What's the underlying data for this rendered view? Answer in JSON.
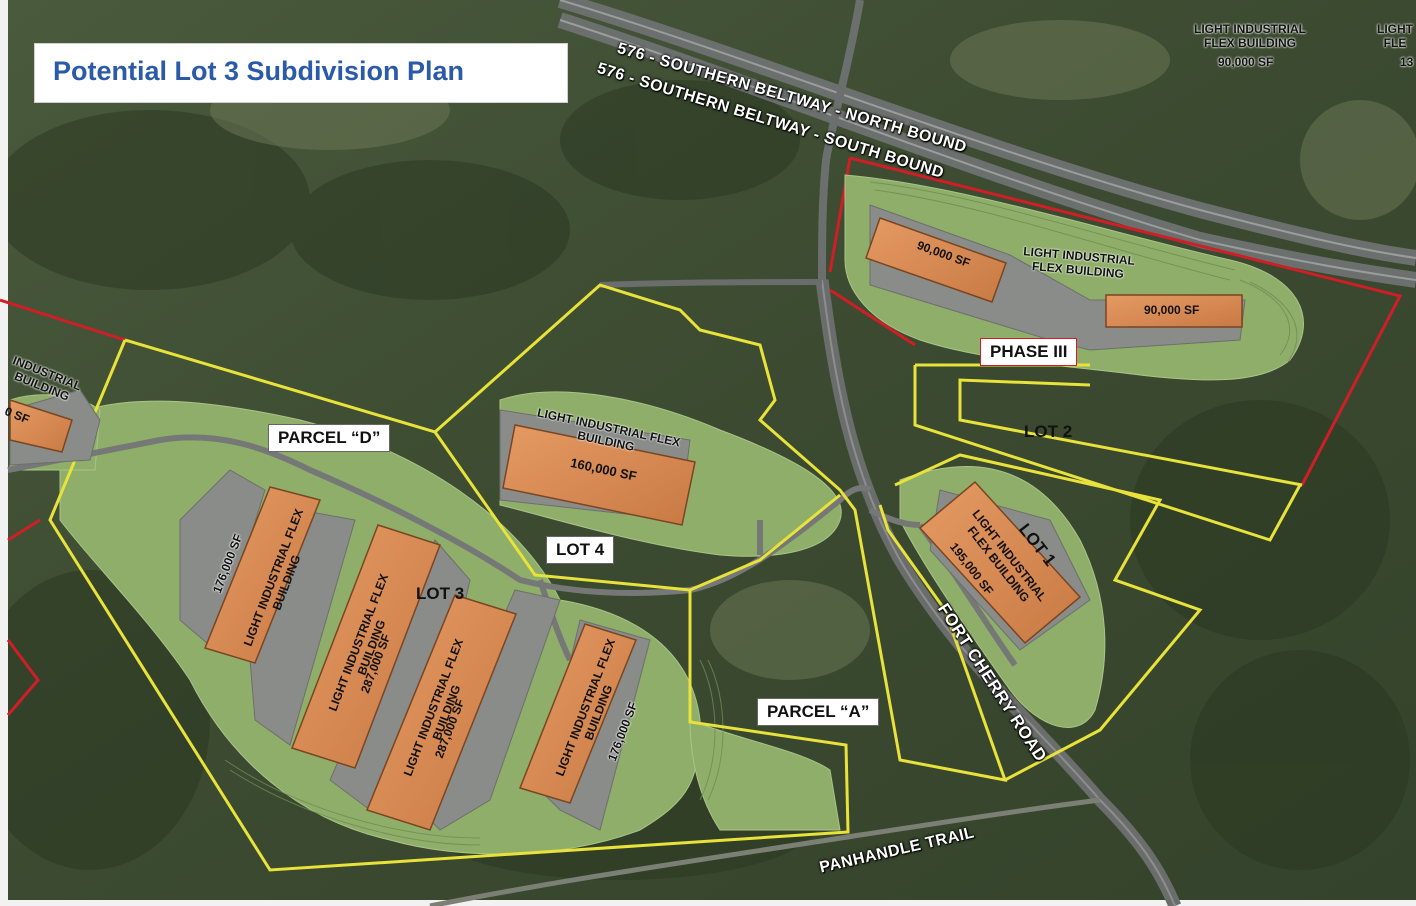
{
  "title": "Potential Lot 3 Subdivision Plan",
  "labels": {
    "parcel_d": "PARCEL “D”",
    "parcel_a": "PARCEL “A”",
    "lot4": "LOT 4",
    "lot3": "LOT 3",
    "lot2": "LOT 2",
    "lot1": "LOT 1",
    "phase3": "PHASE III"
  },
  "roads": {
    "north_bound": "576 - SOUTHERN BELTWAY - NORTH BOUND",
    "south_bound": "576 - SOUTHERN BELTWAY - SOUTH BOUND",
    "fort_cherry": "FORT CHERRY ROAD",
    "panhandle": "PANHANDLE TRAIL"
  },
  "buildings": {
    "flex_label": "LIGHT INDUSTRIAL FLEX BUILDING",
    "lot4_sf": "160,000 SF",
    "lot3_sf_a": "176,000 SF",
    "lot3_sf_b": "287,000 SF",
    "lot3_sf_c": "287,000 SF",
    "lot3_sf_d": "176,000 SF",
    "lot1_sf": "195,000 SF",
    "phase3_sf_a": "90,000 SF",
    "phase3_sf_b": "90,000 SF",
    "top_right_sf": "90,000 SF",
    "far_right_sf": "13",
    "far_right_label": "LIGHT FLE",
    "left_edge_label": "INDUSTRIAL BUILDING",
    "left_edge_sf": "0 SF"
  },
  "colors": {
    "parcel_outline": "#e8e23a",
    "phase_outline": "#d01e27",
    "building_fill": "#d98a52",
    "pad_grass": "#8fae6a",
    "title_text": "#2b5aa8"
  }
}
